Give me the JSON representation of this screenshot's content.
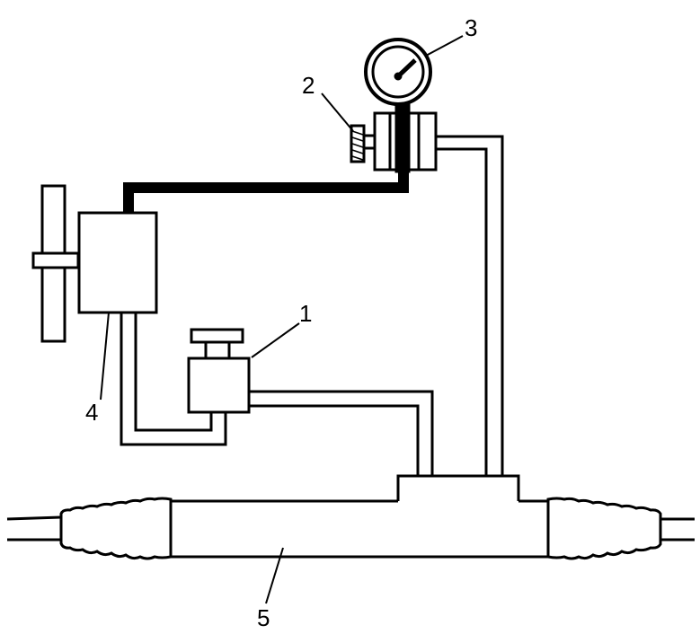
{
  "diagram": {
    "labels": {
      "l1": "1",
      "l2": "2",
      "l3": "3",
      "l4": "4",
      "l5": "5"
    },
    "colors": {
      "ink": "#000000",
      "paper": "#ffffff"
    }
  }
}
